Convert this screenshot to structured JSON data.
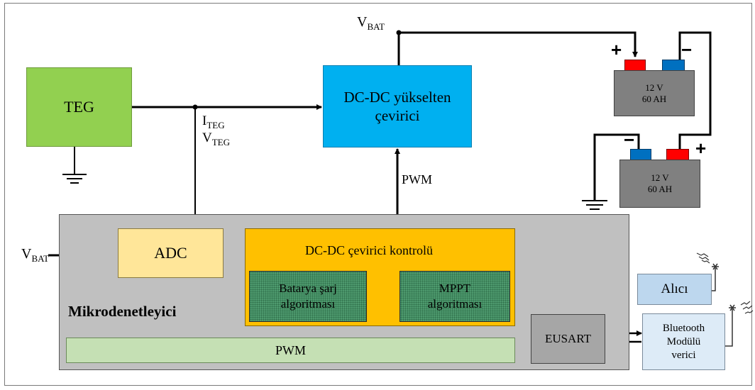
{
  "blocks": {
    "teg": "TEG",
    "dcdc_line1": "DC-DC yükselten",
    "dcdc_line2": "çevirici",
    "adc": "ADC",
    "controller_title": "DC-DC çevirici kontrolü",
    "battery_algo_line1": "Batarya şarj",
    "battery_algo_line2": "algoritması",
    "mppt_line1": "MPPT",
    "mppt_line2": "algoritması",
    "microcontroller": "Mikrodenetleyici",
    "pwm_bar": "PWM",
    "eusart": "EUSART",
    "receiver": "Alıcı",
    "bluetooth_line1": "Bluetooth",
    "bluetooth_line2": "Modülü",
    "bluetooth_line3": "verici"
  },
  "signals": {
    "vbat_top_main": "V",
    "vbat_top_sub": "BAT",
    "iteg_main": "I",
    "iteg_sub": "TEG",
    "vteg_main": "V",
    "vteg_sub": "TEG",
    "pwm_signal": "PWM",
    "vbat_left_main": "V",
    "vbat_left_sub": "BAT"
  },
  "batteries": [
    {
      "voltage": "12 V",
      "capacity": "60 AH"
    },
    {
      "voltage": "12 V",
      "capacity": "60 AH"
    }
  ],
  "polarity": {
    "plus": "+",
    "minus": "−"
  },
  "colors": {
    "teg": "#92d050",
    "dcdc": "#00b0f0",
    "microcontroller_bg": "#c0c0c0",
    "adc": "#ffe699",
    "controller": "#ffc000",
    "algorithm": "#4e9a6e",
    "pwm_bar": "#c5e0b4",
    "eusart": "#a6a6a6",
    "receiver": "#bdd7ee",
    "bluetooth": "#ddebf7",
    "battery_body": "#808080",
    "terminal_positive": "#ff0000",
    "terminal_negative": "#0070c0"
  }
}
